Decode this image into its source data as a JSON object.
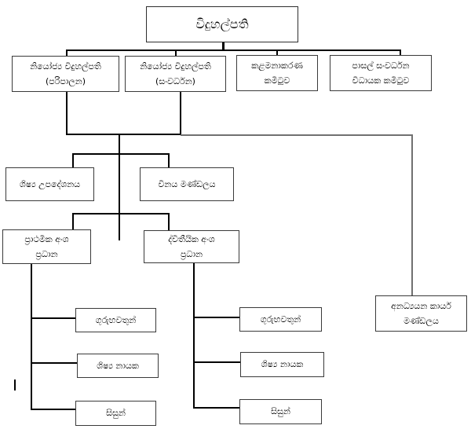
{
  "colors": {
    "background": "#ffffff",
    "box_border": "#3a3a3a",
    "line": "#000000",
    "line_gray": "#707070"
  },
  "nodes": {
    "principal": {
      "label": "විදුහල්පති"
    },
    "deputy_admin": {
      "line1": "නියෝජ්‍ය විදුහල්පති",
      "line2": "(පරිපාලන)"
    },
    "deputy_dev": {
      "line1": "නියෝජ්‍ය විදුහල්පති",
      "line2": "(සංවර්ධන)"
    },
    "management_committee": {
      "line1": "කළමනාකරණ",
      "line2": "කමිටුව"
    },
    "school_dev_committee": {
      "line1": "පාසල් සංවර්ධන",
      "line2": "විධායක කමිටුව"
    },
    "student_counseling": {
      "label": "ශිෂ්‍ය උපදේශනය"
    },
    "discipline_board": {
      "label": "විනය මණ්ඩලය"
    },
    "primary_section_head": {
      "line1": "ප්‍රාථමික අංශ",
      "line2": "ප්‍රධාන"
    },
    "secondary_section_head": {
      "line1": "ද්විතීයික අංශ",
      "line2": "ප්‍රධාන"
    },
    "teachers_primary": {
      "label": "ගුරුභවතුන්"
    },
    "prefects_primary": {
      "label": "ශිෂ්‍ය නායක"
    },
    "students_primary": {
      "label": "සිසුන්"
    },
    "teachers_secondary": {
      "label": "ගුරුභවතුන්"
    },
    "prefects_secondary": {
      "label": "ශිෂ්‍ය නායක"
    },
    "students_secondary": {
      "label": "සිසුන්"
    },
    "non_academic_staff": {
      "line1": "අනධ්‍යයන කාර්ය",
      "line2": "මණ්ඩලය"
    }
  },
  "edges": [
    {
      "from": "principal",
      "to": "deputy_admin"
    },
    {
      "from": "principal",
      "to": "deputy_dev"
    },
    {
      "from": "principal",
      "to": "management_committee"
    },
    {
      "from": "principal",
      "to": "school_dev_committee"
    },
    {
      "from": "deputy_admin+deputy_dev",
      "to": "student_counseling"
    },
    {
      "from": "deputy_admin+deputy_dev",
      "to": "discipline_board"
    },
    {
      "from": "deputy_admin+deputy_dev",
      "to": "primary_section_head"
    },
    {
      "from": "deputy_admin+deputy_dev",
      "to": "secondary_section_head"
    },
    {
      "from": "deputy_admin+deputy_dev",
      "to": "non_academic_staff"
    },
    {
      "from": "primary_section_head",
      "to": "teachers_primary"
    },
    {
      "from": "primary_section_head",
      "to": "prefects_primary"
    },
    {
      "from": "primary_section_head",
      "to": "students_primary"
    },
    {
      "from": "secondary_section_head",
      "to": "teachers_secondary"
    },
    {
      "from": "secondary_section_head",
      "to": "prefects_secondary"
    },
    {
      "from": "secondary_section_head",
      "to": "students_secondary"
    }
  ]
}
